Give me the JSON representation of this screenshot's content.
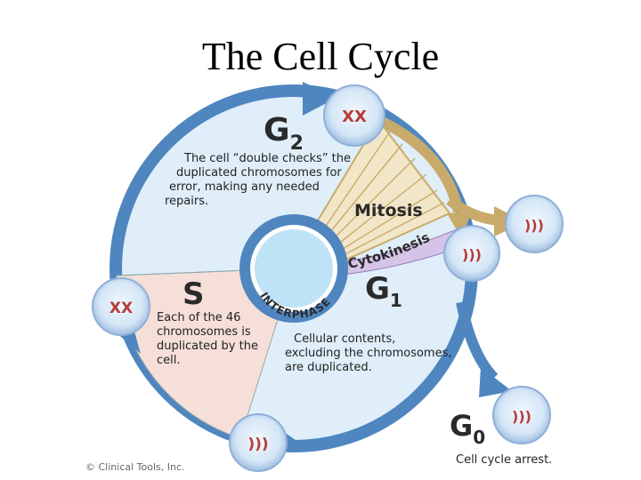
{
  "title": "The Cell Cycle",
  "phases": {
    "g2": {
      "letter": "G",
      "sub": "2",
      "desc": [
        "The cell “double checks” the",
        "duplicated chromosomes for",
        "error, making any needed",
        "repairs."
      ]
    },
    "s": {
      "letter": "S",
      "desc": [
        "Each of the 46",
        "chromosomes is",
        "duplicated by the",
        "cell."
      ]
    },
    "g1": {
      "letter": "G",
      "sub": "1",
      "desc": [
        "Cellular contents,",
        "excluding the chromosomes,",
        "are duplicated."
      ]
    },
    "g0": {
      "letter": "G",
      "sub": "0",
      "desc": "Cell cycle arrest."
    },
    "mitosis": "Mitosis",
    "cytokinesis": "Cytokinesis",
    "interphase": "INTERPHASE"
  },
  "credit": "© Clinical Tools, Inc.",
  "colors": {
    "ring": "#4f86c0",
    "ring_fill": "#dfeef8",
    "s_fill": "#f5dfd8",
    "mitosis_fill": "#f2e6c8",
    "mitosis_arrow": "#c8ab6b",
    "cytokinesis_band": "#b9a0d2",
    "center": "#bfe3f6",
    "chromosome": "#b83a3a"
  }
}
